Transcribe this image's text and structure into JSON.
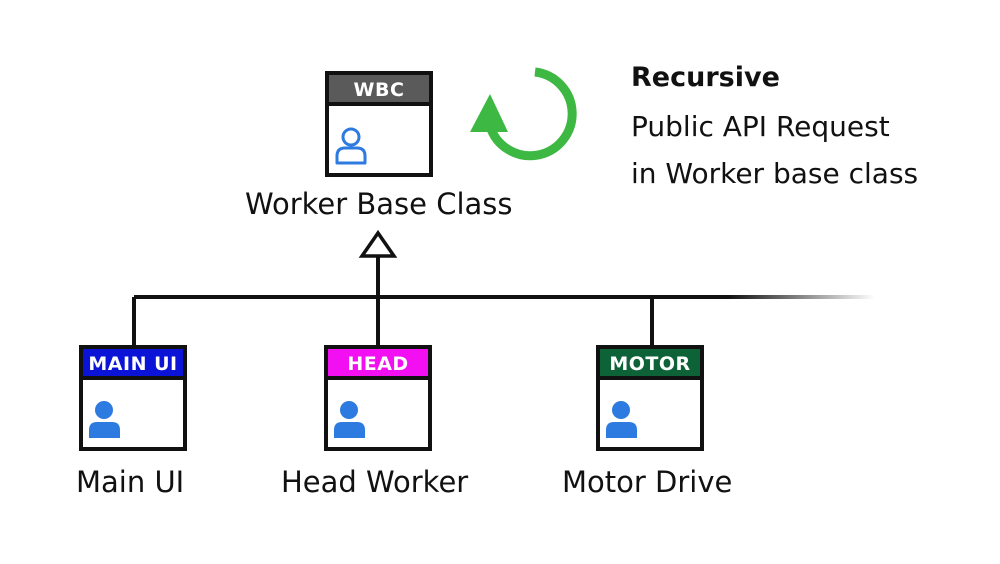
{
  "base": {
    "header": "WBC",
    "label": "Worker Base Class",
    "header_color": "#5a5a5a"
  },
  "note": {
    "title": "Recursive",
    "line1": "Public API Request",
    "line2": "in Worker base class",
    "arrow_color": "#3cb843"
  },
  "workers": [
    {
      "header": "MAIN UI",
      "label": "Main UI",
      "header_color": "#0a13d6",
      "header_text_color": "#ffffff"
    },
    {
      "header": "HEAD",
      "label": "Head Worker",
      "header_color": "#f20ff2",
      "header_text_color": "#ffffff"
    },
    {
      "header": "MOTOR",
      "label": "Motor Drive",
      "header_color": "#0e6238",
      "header_text_color": "#ffffff"
    }
  ],
  "colors": {
    "box_border": "#111111",
    "person_icon": "#2d7ae0",
    "connector": "#111111"
  }
}
